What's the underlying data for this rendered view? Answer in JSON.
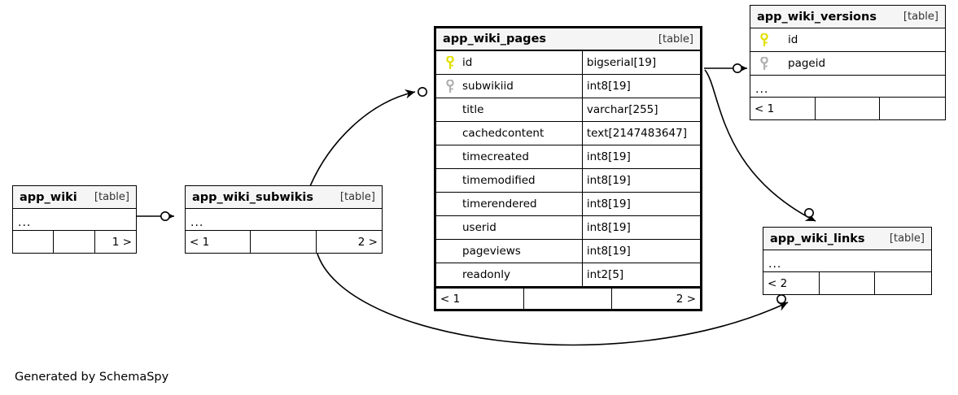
{
  "diagram": {
    "caption": "Generated by SchemaSpy",
    "table_tag": "[table]",
    "ellipsis": "...",
    "key_colors": {
      "primary": "#e8e800",
      "foreign": "#b0b0b0"
    },
    "line_color": "#000000"
  },
  "tables": {
    "app_wiki": {
      "name": "app_wiki",
      "tag": "[table]",
      "ellipsis": "...",
      "footer": {
        "left": "",
        "middle": "",
        "right": "1 >"
      }
    },
    "app_wiki_subwikis": {
      "name": "app_wiki_subwikis",
      "tag": "[table]",
      "ellipsis": "...",
      "footer": {
        "left": "< 1",
        "middle": "",
        "right": "2 >"
      }
    },
    "app_wiki_pages": {
      "name": "app_wiki_pages",
      "tag": "[table]",
      "columns": [
        {
          "key": "primary",
          "name": "id",
          "type": "bigserial[19]"
        },
        {
          "key": "foreign",
          "name": "subwikiid",
          "type": "int8[19]"
        },
        {
          "key": "none",
          "name": "title",
          "type": "varchar[255]"
        },
        {
          "key": "none",
          "name": "cachedcontent",
          "type": "text[2147483647]"
        },
        {
          "key": "none",
          "name": "timecreated",
          "type": "int8[19]"
        },
        {
          "key": "none",
          "name": "timemodified",
          "type": "int8[19]"
        },
        {
          "key": "none",
          "name": "timerendered",
          "type": "int8[19]"
        },
        {
          "key": "none",
          "name": "userid",
          "type": "int8[19]"
        },
        {
          "key": "none",
          "name": "pageviews",
          "type": "int8[19]"
        },
        {
          "key": "none",
          "name": "readonly",
          "type": "int2[5]"
        }
      ],
      "footer": {
        "left": "< 1",
        "middle": "",
        "right": "2 >"
      }
    },
    "app_wiki_versions": {
      "name": "app_wiki_versions",
      "tag": "[table]",
      "columns": [
        {
          "key": "primary",
          "name": "id"
        },
        {
          "key": "foreign",
          "name": "pageid"
        }
      ],
      "ellipsis": "...",
      "footer": {
        "left": "< 1",
        "middle": "",
        "right": ""
      }
    },
    "app_wiki_links": {
      "name": "app_wiki_links",
      "tag": "[table]",
      "ellipsis": "...",
      "footer": {
        "left": "< 2",
        "middle": "",
        "right": ""
      }
    }
  }
}
